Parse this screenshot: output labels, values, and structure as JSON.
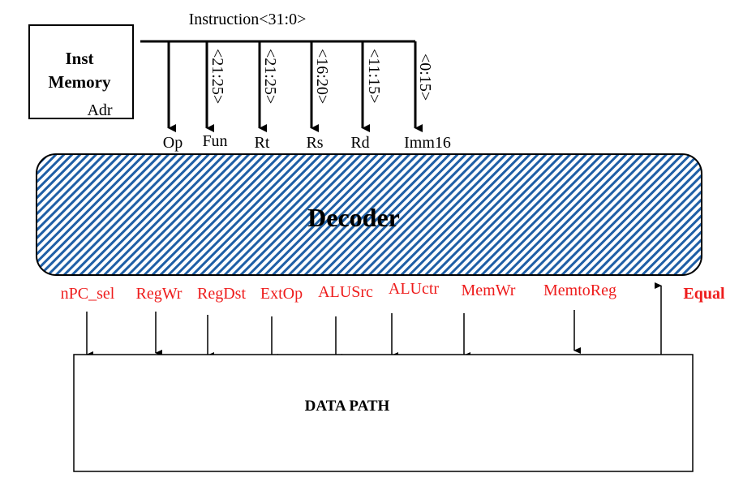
{
  "instruction_bus": {
    "label": "Instruction<31:0>"
  },
  "inst_memory": {
    "title_line1": "Inst",
    "title_line2": "Memory",
    "port_label": "Adr"
  },
  "field_ranges": [
    "<21:25>",
    "<21:25>",
    "<16:20>",
    "<11:15>",
    "<0:15>"
  ],
  "field_names": [
    "Op",
    "Fun",
    "Rt",
    "Rs",
    "Rd",
    "Imm16"
  ],
  "decoder": {
    "label": "Decoder",
    "fill_color": "#1f5fa6"
  },
  "control_signals": [
    "nPC_sel",
    "RegWr",
    "RegDst",
    "ExtOp",
    "ALUSrc",
    "ALUctr",
    "MemWr",
    "MemtoReg"
  ],
  "feedback_signal": "Equal",
  "datapath": {
    "label": "DATA PATH"
  },
  "colors": {
    "signal_text": "#ee1c1c",
    "line": "#000000"
  }
}
